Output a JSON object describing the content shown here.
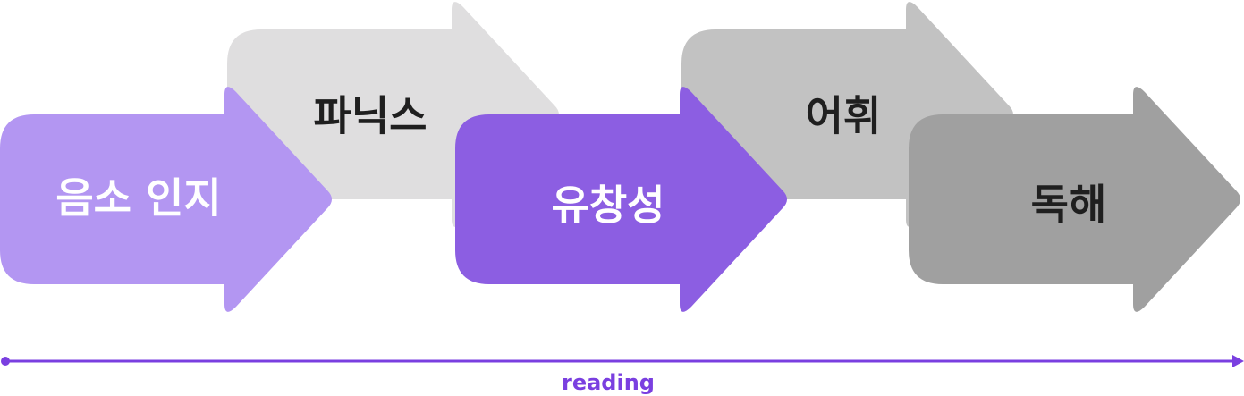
{
  "steps": [
    {
      "label": "음소 인지",
      "color": "#b396f2",
      "text_color": "#ffffff"
    },
    {
      "label": "파닉스",
      "color": "#dfdedf",
      "text_color": "#1f1f1f"
    },
    {
      "label": "유창성",
      "color": "#8c5ee2",
      "text_color": "#ffffff"
    },
    {
      "label": "어휘",
      "color": "#c2c2c2",
      "text_color": "#1f1f1f"
    },
    {
      "label": "독해",
      "color": "#a0a0a0",
      "text_color": "#1f1f1f"
    }
  ],
  "timeline": {
    "label": "reading",
    "color": "#7a3fe0"
  }
}
